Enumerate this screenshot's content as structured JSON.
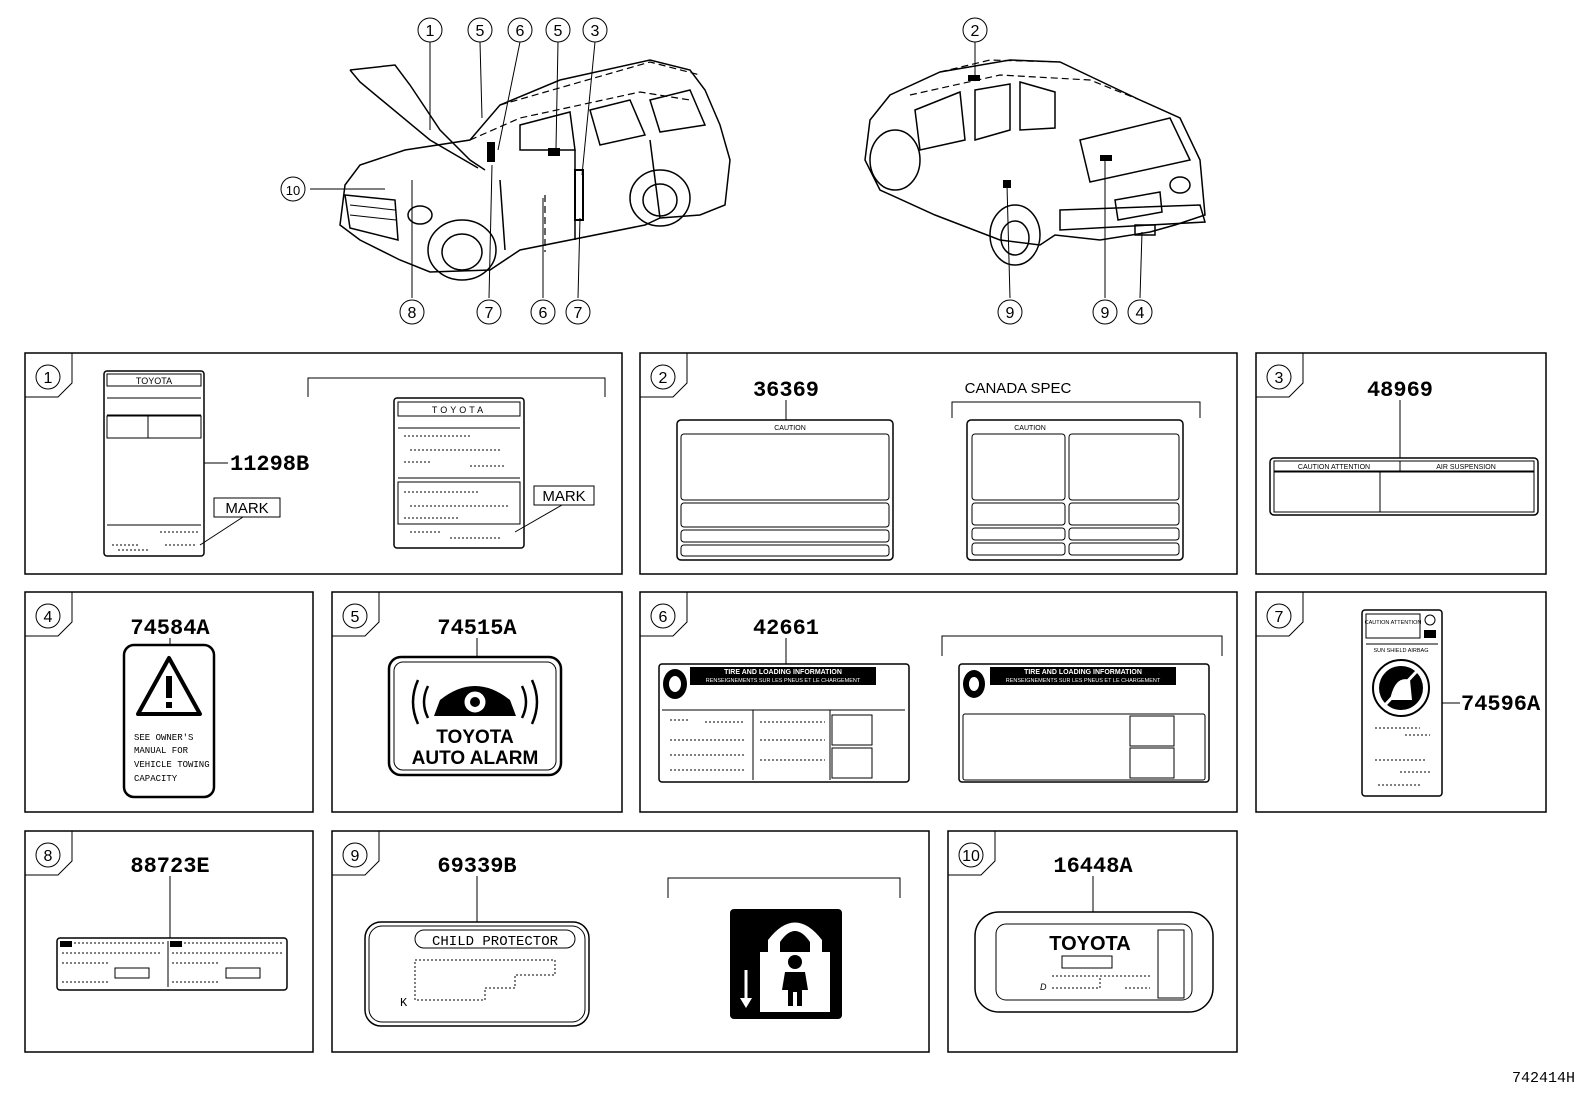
{
  "callouts": [
    "1",
    "2",
    "3",
    "4",
    "5",
    "6",
    "7",
    "8",
    "9",
    "10"
  ],
  "panels": {
    "p1": {
      "num": "1",
      "part": "11298B",
      "mark": "MARK",
      "mark2": "MARK",
      "brand": "TOYOTA",
      "brand2": "TOYOTA"
    },
    "p2": {
      "num": "2",
      "part": "36369",
      "canada": "CANADA SPEC",
      "caution": "CAUTION",
      "caution2": "CAUTION"
    },
    "p3": {
      "num": "3",
      "part": "48969",
      "head1": "CAUTION ATTENTION",
      "head2": "AIR SUSPENSION"
    },
    "p4": {
      "num": "4",
      "part": "74584A",
      "lines": [
        "SEE OWNER'S",
        "MANUAL FOR",
        "VEHICLE TOWING",
        "CAPACITY"
      ]
    },
    "p5": {
      "num": "5",
      "part": "74515A",
      "line1": "TOYOTA",
      "line2": "AUTO ALARM"
    },
    "p6": {
      "num": "6",
      "part": "42661",
      "title": "TIRE AND LOADING INFORMATION",
      "subtitle": "RENSEIGNEMENTS SUR LES PNEUS ET LE CHARGEMENT",
      "title2": "TIRE AND LOADING INFORMATION",
      "subtitle2": "RENSEIGNEMENTS SUR LES PNEUS ET LE CHARGEMENT"
    },
    "p7": {
      "num": "7",
      "part": "74596A",
      "head": "CAUTION ATTENTION",
      "sub": "SUN SHIELD AIRBAG"
    },
    "p8": {
      "num": "8",
      "part": "88723E"
    },
    "p9": {
      "num": "9",
      "part": "69339B",
      "title": "CHILD PROTECTOR",
      "k": "K"
    },
    "p10": {
      "num": "10",
      "part": "16448A",
      "brand": "TOYOTA",
      "d": "D"
    }
  },
  "figure_id": "742414H"
}
